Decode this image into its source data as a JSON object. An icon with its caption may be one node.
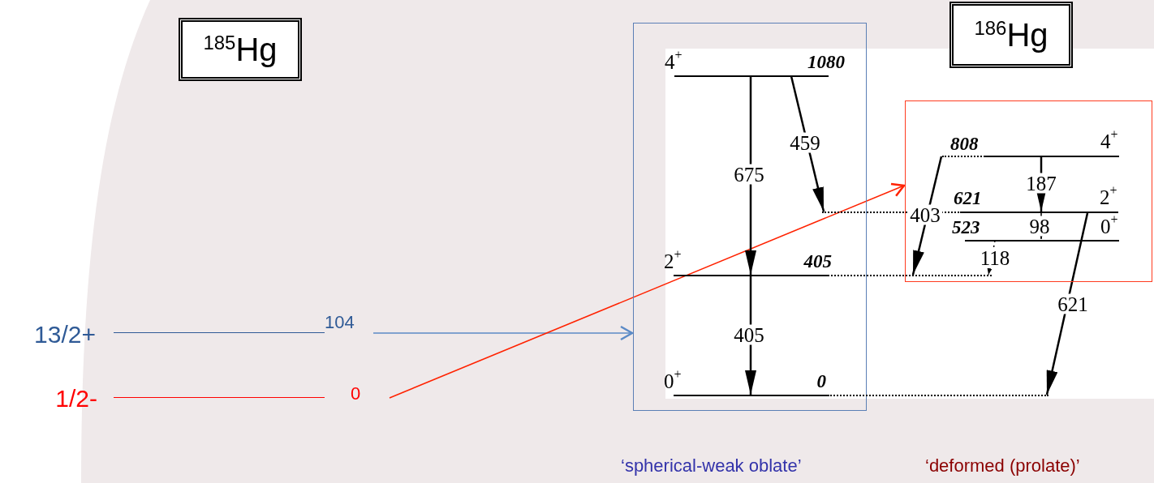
{
  "diagram": {
    "nodes": [
      {
        "text": [
          "$^{185}$Hg"
        ]
      },
      {
        "text": [
          "$^{186}$Hg"
        ]
      },
      {
        "text": [
          "13/2+",
          "104"
        ]
      },
      {
        "text": [
          "1/2-",
          "0"
        ]
      },
      {
        "text": [],
        "shape": "box"
      },
      {
        "text": [],
        "shape": "box"
      },
      {
        "text": [
          "4$^{+}$",
          "1080"
        ],
        "in": 4
      },
      {
        "text": [
          "2$^{+}$",
          "405"
        ]
      },
      {
        "text": [
          "0$^{+}$",
          "0"
        ]
      },
      {
        "text": [
          "808",
          "4$^{+}$"
        ],
        "in": 5
      },
      {
        "text": [
          "621",
          "2$^{+}$"
        ]
      },
      {
        "text": [
          "523",
          "0$^{+}$"
        ],
        "in": 5
      }
    ],
    "edges": [
      {
        "from": 2,
        "to": 4,
        "arrow": "to",
        "color": "#5b8ac6"
      },
      {
        "from": 3,
        "to": 5,
        "arrow": "to",
        "color": "#ff2200"
      },
      {
        "from": 6,
        "to": 7,
        "arrow": "to",
        "label": "675"
      },
      {
        "from": 6,
        "to": 10,
        "arrow": "to",
        "label": "459"
      },
      {
        "from": 7,
        "to": 8,
        "arrow": "to",
        "label": "405"
      },
      {
        "from": 9,
        "to": 7,
        "arrow": "to",
        "label": "403"
      },
      {
        "from": 9,
        "to": 10,
        "arrow": "to",
        "label": "187"
      },
      {
        "from": 10,
        "to": 11,
        "arrow": "to",
        "label": "98"
      },
      {
        "from": 11,
        "to": 7,
        "arrow": "to",
        "label": "118",
        "style": "dashed"
      },
      {
        "from": 10,
        "to": 8,
        "arrow": "to",
        "label": "621"
      }
    ],
    "labels": [
      "‘spherical-weak oblate’",
      "‘deformed (prolate)’"
    ]
  }
}
